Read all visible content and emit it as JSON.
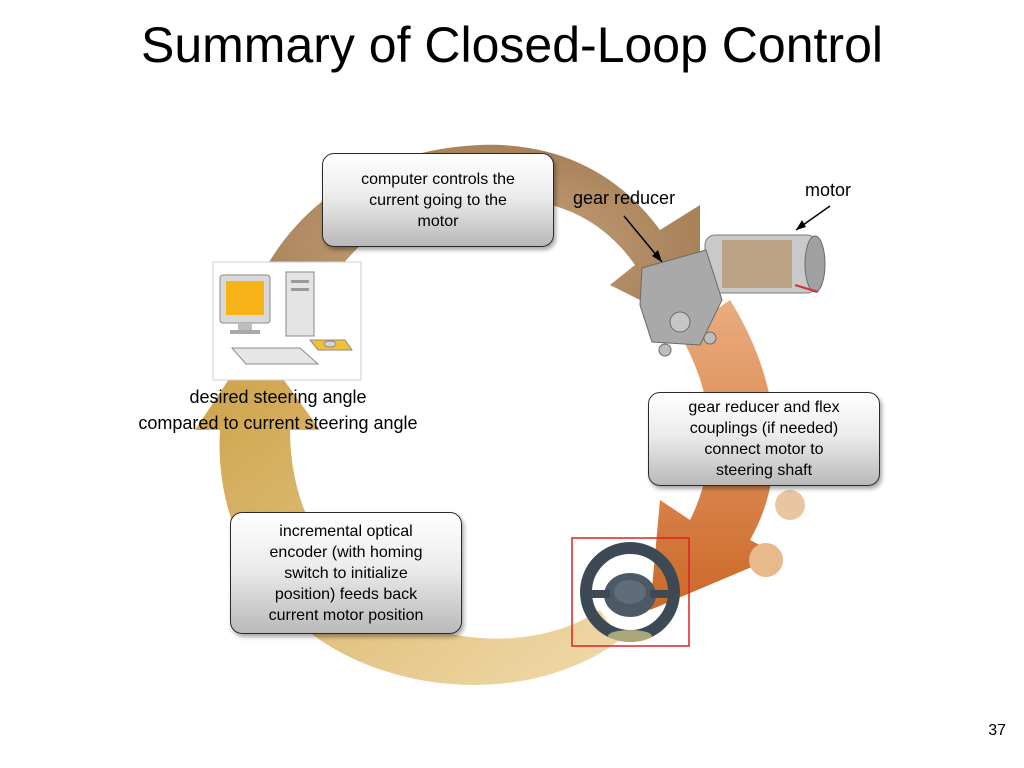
{
  "title": "Summary of Closed-Loop Control",
  "boxes": {
    "computer": [
      "computer controls the",
      "current going to the",
      "motor"
    ],
    "gear": [
      "gear reducer and flex",
      "couplings (if needed)",
      "connect motor to",
      "steering shaft"
    ],
    "encoder": [
      "incremental optical",
      "encoder (with homing",
      "switch to initialize",
      "position) feeds back",
      "current motor position"
    ]
  },
  "labels": {
    "gear_reducer": "gear reducer",
    "motor": "motor",
    "desired_line1": "desired steering angle",
    "desired_line2": "compared to current steering angle"
  },
  "page_number": "37",
  "colors": {
    "arc_tan": "#b18a5e",
    "arc_orange": "#d3732e",
    "arc_gold": "#d8a43d",
    "highlight_red": "#e02020"
  },
  "icons": [
    "computer-icon",
    "gear-motor-image",
    "steering-wheel-image"
  ]
}
